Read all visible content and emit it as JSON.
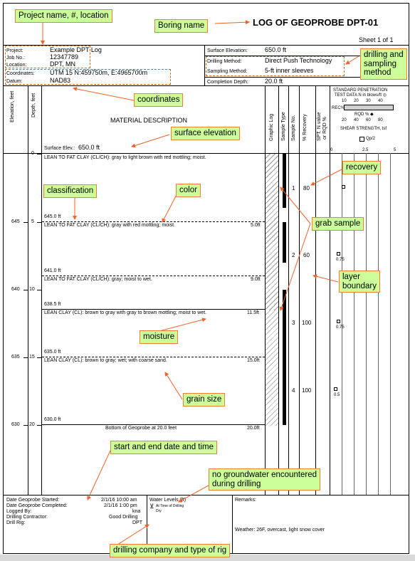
{
  "header": {
    "title": "LOG OF GEOPROBE  DPT-01",
    "sheet": "Sheet  1  of  1"
  },
  "project": {
    "project_label": "Project:",
    "project_value": "Example DPT Log",
    "job_label": "Job No.:",
    "job_value": "12347789",
    "location_label": "Location:",
    "location_value": "DPT, MN",
    "coords_label": "Coordinates:",
    "coords_value": "UTM 15  N:459750m, E:4965700m",
    "datum_label": "Datum:",
    "datum_value": "NAD83"
  },
  "drilling": {
    "surface_label": "Surface Elevation:",
    "surface_value": "650.0 ft",
    "method_label": "Drilling Method:",
    "method_value": "Direct Push Technology",
    "sampling_label": "Sampling Method:",
    "sampling_value": "5-ft inner sleeves",
    "depth_label": "Completion Depth:",
    "depth_value": "20.0 ft"
  },
  "columns": {
    "elevation": "Elevation, feet",
    "depth": "Depth, feet",
    "material": "MATERIAL DESCRIPTION",
    "surface_elev_label": "Surface Elev.:",
    "surface_elev_value": "650.0 ft",
    "graphic": "Graphic Log",
    "sample_type": "Sample Type",
    "sample_no": "Sample No.",
    "recovery": "% Recovery",
    "spt1": "SPT, N value",
    "spt2": "or RQD %",
    "std1": "STANDARD PENETRATION",
    "std2": "TEST DATA N in blows/ft",
    "std2_symbol": "◎",
    "rec_label": "REC%",
    "rqd_label": "RQD %",
    "rqd_symbol": "◆",
    "shear": "SHEAR STRENGTH, tsf",
    "qp_legend": "Qp/2",
    "top_ticks": [
      "10",
      "20",
      "30",
      "40"
    ],
    "rqd_ticks": [
      "20",
      "40",
      "60",
      "80"
    ],
    "shear_ticks": [
      "0",
      "2.5",
      "5"
    ]
  },
  "axis": {
    "depth_ticks": [
      "0",
      "5",
      "10",
      "15",
      "20"
    ],
    "elev_ticks": [
      "645",
      "640",
      "635",
      "630"
    ]
  },
  "layers": [
    {
      "desc": "LEAN TO FAT CLAY (CL/CH): gray to light brown with red mottling; moist.",
      "bottom_elev": "645.0 ft",
      "bottom_depth": "5.0ft"
    },
    {
      "desc": "LEAN TO FAT CLAY (CL/CH): gray with red mottling; moist.",
      "bottom_elev": "641.0 ft",
      "bottom_depth": "9.0ft"
    },
    {
      "desc": "LEAN TO FAT CLAY (CL/CH): gray; moist to wet.",
      "bottom_elev": "638.5 ft",
      "bottom_depth": "11.5ft"
    },
    {
      "desc": "LEAN CLAY (CL): brown to gray with gray to brown mottling; moist to wet.",
      "bottom_elev": "635.0 ft",
      "bottom_depth": "15.0ft"
    },
    {
      "desc": "LEAN CLAY (CL): brown to gray; wet; with coarse sand.",
      "bottom_elev": "630.0 ft",
      "bottom_depth": "20.0ft"
    }
  ],
  "bottom_note": "Bottom of Geoprobe at 20.0 feet",
  "samples": [
    {
      "no": "1",
      "recovery": "80",
      "qp": ""
    },
    {
      "no": "2",
      "recovery": "60",
      "qp": "0.75"
    },
    {
      "no": "3",
      "recovery": "100",
      "qp": "0.75"
    },
    {
      "no": "4",
      "recovery": "100",
      "qp": "0.5"
    }
  ],
  "footer": {
    "started_label": "Date Geoprobe Started:",
    "started_value": "2/1/16 10:00 am",
    "completed_label": "Date Geoprobe Completed:",
    "completed_value": "2/1/16 1:00 pm",
    "logged_label": "Logged By:",
    "logged_value": "kna",
    "contractor_label": "Drilling Contractor:",
    "contractor_value": "Good Drilling",
    "rig_label": "Drill Rig:",
    "rig_value": "DPT",
    "water_label": "Water Levels (ft)",
    "water_at_time": "At Time of Drilling",
    "water_value": "Dry",
    "remarks_label": "Remarks:",
    "weather": "Weather:  26F, overcast, light snow cover"
  },
  "annotations": {
    "project": "Project name, #, location",
    "boring": "Boring name",
    "drilling_1": "drilling and",
    "drilling_2": "sampling",
    "drilling_3": "method",
    "coordinates": "coordinates",
    "surface_elev": "surface elevation",
    "recovery": "recovery",
    "classification": "classification",
    "color": "color",
    "grab": "grab sample",
    "layer_1": "layer",
    "layer_2": "boundary",
    "moisture": "moisture",
    "grain": "grain size",
    "dates": "start and end date and time",
    "gw_1": "no groundwater encountered",
    "gw_2": "during drilling",
    "rig": "drilling company and type of rig"
  },
  "colors": {
    "callout_fill": "#ccff99",
    "callout_border": "#f08030",
    "arrow": "#f0622a",
    "dotted_box": "#d2691e"
  }
}
